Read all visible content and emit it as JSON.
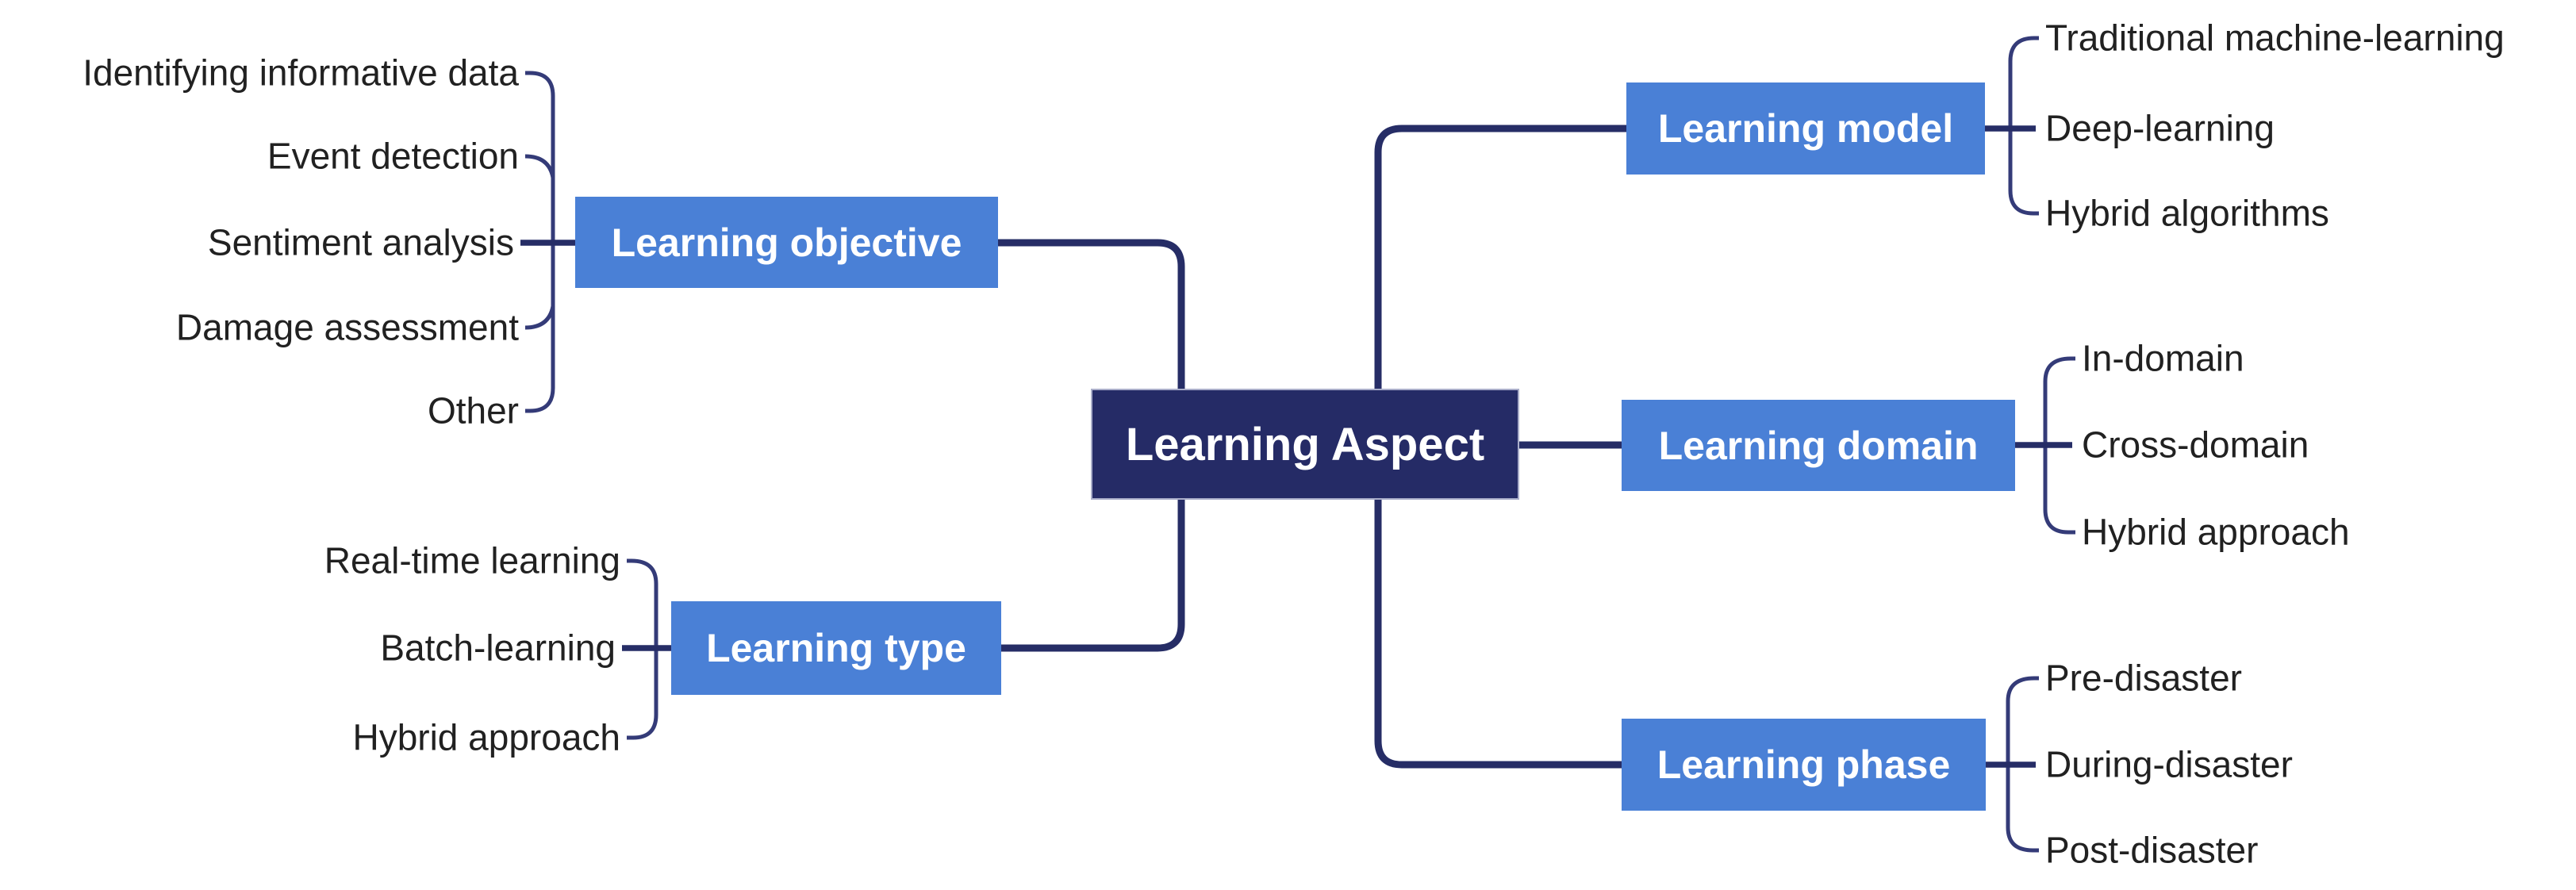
{
  "colors": {
    "branch_blue": "#4a80d6",
    "center_navy": "#252b66",
    "center_border": "#a9adc9",
    "connector_navy": "#262d66",
    "bracket_navy": "#343b78",
    "leaf_text": "#212121",
    "box_text": "#ffffff",
    "background": "#ffffff"
  },
  "center": {
    "label": "Learning Aspect"
  },
  "branches": [
    {
      "id": "learning-objective",
      "label": "Learning objective",
      "side": "left",
      "leaves": [
        "Identifying informative data",
        "Event detection",
        "Sentiment analysis",
        "Damage assessment",
        "Other"
      ]
    },
    {
      "id": "learning-type",
      "label": "Learning type",
      "side": "left",
      "leaves": [
        "Real-time learning",
        "Batch-learning",
        "Hybrid approach"
      ]
    },
    {
      "id": "learning-model",
      "label": "Learning model",
      "side": "right",
      "leaves": [
        "Traditional machine-learning",
        "Deep-learning",
        "Hybrid algorithms"
      ]
    },
    {
      "id": "learning-domain",
      "label": "Learning domain",
      "side": "right",
      "leaves": [
        "In-domain",
        "Cross-domain",
        "Hybrid approach"
      ]
    },
    {
      "id": "learning-phase",
      "label": "Learning phase",
      "side": "right",
      "leaves": [
        "Pre-disaster",
        "During-disaster",
        "Post-disaster"
      ]
    }
  ]
}
